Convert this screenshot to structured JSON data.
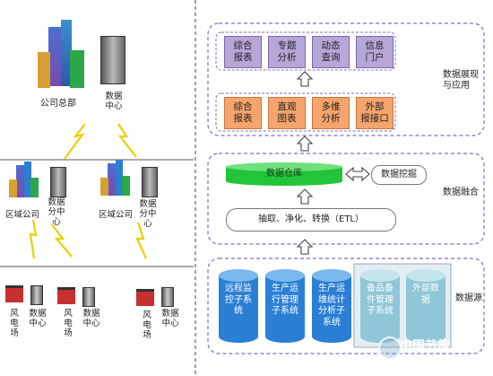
{
  "left": {
    "hq_label": "公司总部",
    "hq_dc_label": "数据\n中心",
    "region_label_left": "区域公司",
    "region_dc_label_left": "数据\n分中\n心",
    "region_label_right": "区域公司",
    "region_dc_label_right": "数据\n分中\n心",
    "farm1_label": "风\n电\n场",
    "farm1_dc_label": "数据\n中心",
    "farm2_label": "风\n电\n场",
    "farm2_dc_label": "数据\n中心",
    "farm3_label": "风\n电\n场",
    "farm3_dc_label": "数据\n中心"
  },
  "right": {
    "app_section_label": "数据展现\n与应用",
    "fusion_section_label": "数据融合",
    "source_section_label": "数据源",
    "top_row": [
      "综合\n报表",
      "专题\n分析",
      "动态\n查询",
      "信息\n门户"
    ],
    "mid_row": [
      "综合\n报表",
      "直观\n图表",
      "多维\n分析",
      "外部\n报接口"
    ],
    "warehouse_label": "数据仓库",
    "mining_label": "数据挖掘",
    "etl_label": "抽取、净化、转换（ETL）",
    "sources_blue": [
      "远程监\n控子系\n统",
      "生产运\n行管理\n子系统",
      "生产运\n维统计\n分析子\n系统"
    ],
    "sources_teal": [
      "备品备\n件管理\n子系统",
      "外部数\n据"
    ]
  },
  "watermark": "中国节能",
  "colors": {
    "purple": "#b8a6d8",
    "orange": "#f4a46c",
    "green": "#22c43a",
    "blue": "#2a7fd4",
    "teal": "#8fc6d8"
  }
}
